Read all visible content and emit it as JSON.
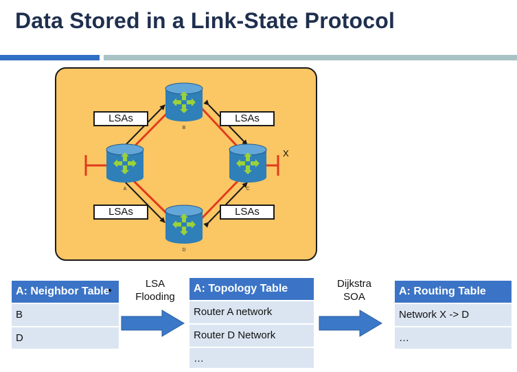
{
  "slide": {
    "title": "Data Stored in a Link-State Protocol"
  },
  "diagram": {
    "lsa_label": "LSAs",
    "routers": {
      "a": "A",
      "b": "B",
      "c": "C",
      "d": "D"
    },
    "network_label": "X",
    "colors": {
      "panel": "#fbc664",
      "link": "#e03b1c",
      "router": "#2f7fb8",
      "arrow_fill": "#9ad23a"
    }
  },
  "neighbor_table": {
    "title": "A: Neighbor Table",
    "rows": [
      "B",
      "D"
    ]
  },
  "flooding_caption": {
    "line1": "LSA",
    "line2": "Flooding"
  },
  "topology_table": {
    "title": "A: Topology Table",
    "rows": [
      "Router A network",
      "Router D Network",
      "…"
    ]
  },
  "dijkstra_caption": {
    "line1": "Dijkstra",
    "line2": "SOA"
  },
  "routing_table": {
    "title": "A: Routing Table",
    "rows": [
      "Network X -> D",
      "…"
    ]
  }
}
